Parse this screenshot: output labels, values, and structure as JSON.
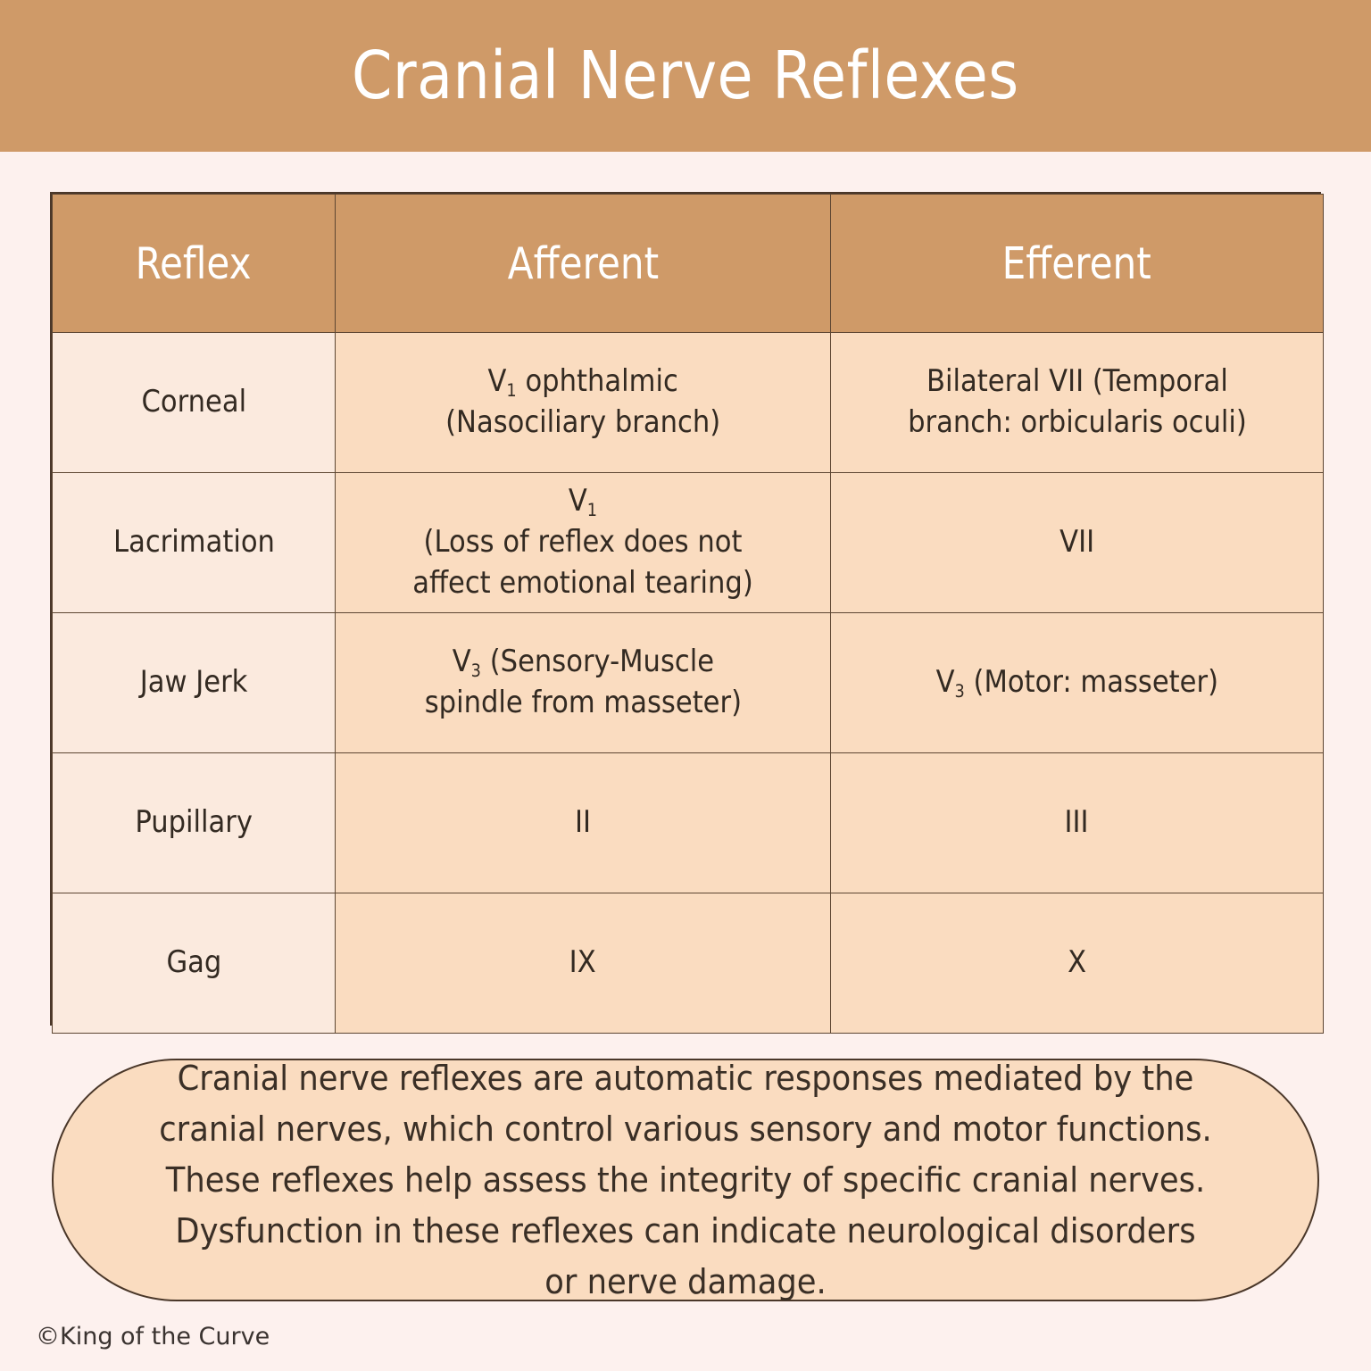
{
  "header": {
    "title": "Cranial Nerve Reflexes",
    "banner_color": "#cf9a68",
    "title_color": "#ffffff"
  },
  "page": {
    "background_color": "#fdf1ee"
  },
  "table": {
    "border_color": "#4a3729",
    "header_bg": "#cf9a68",
    "col1_bg": "#fbeade",
    "body_bg": "#fadcc0",
    "columns": [
      "Reflex",
      "Afferent",
      "Efferent"
    ],
    "rows": [
      {
        "reflex": "Corneal",
        "afferent_line1_pre": "V",
        "afferent_line1_sub": "1",
        "afferent_line1_post": " ophthalmic",
        "afferent_line2": "(Nasociliary branch)",
        "efferent_line1": "Bilateral VII (Temporal",
        "efferent_line2": "branch: orbicularis oculi)"
      },
      {
        "reflex": "Lacrimation",
        "afferent_line1_pre": "V",
        "afferent_line1_sub": "1",
        "afferent_line1_post": "",
        "afferent_line2": "(Loss of reflex does not",
        "afferent_line3": "affect emotional tearing)",
        "efferent_line1": "VII"
      },
      {
        "reflex": "Jaw Jerk",
        "afferent_line1_pre": "V",
        "afferent_line1_sub": "3",
        "afferent_line1_post": " (Sensory-Muscle",
        "afferent_line2": "spindle from masseter)",
        "efferent_line1_pre": "V",
        "efferent_line1_sub": "3",
        "efferent_line1_post": " (Motor: masseter)"
      },
      {
        "reflex": "Pupillary",
        "afferent_line1": "II",
        "efferent_line1": "III"
      },
      {
        "reflex": "Gag",
        "afferent_line1": "IX",
        "efferent_line1": "X"
      }
    ]
  },
  "callout": {
    "text": "Cranial nerve reflexes are automatic responses mediated by the cranial nerves, which control various sensory and motor functions. These reflexes help assess the integrity of specific cranial nerves. Dysfunction in these reflexes can indicate neurological disorders or nerve damage.",
    "bg_color": "#fadcc0",
    "border_color": "#4a3729"
  },
  "attribution": {
    "text": "©King of the Curve"
  }
}
